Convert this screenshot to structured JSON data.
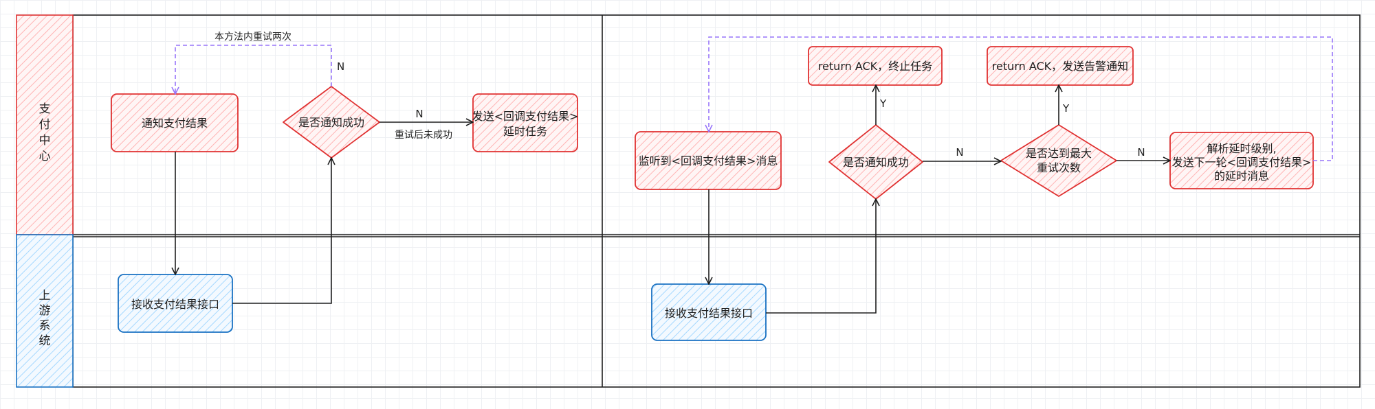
{
  "lanes": [
    {
      "label": [
        "支",
        "付",
        "中",
        "心"
      ],
      "fill": "#ffe3e3",
      "stroke": "#e03131"
    },
    {
      "label": [
        "上",
        "游",
        "系",
        "统"
      ],
      "fill": "#d0ebff",
      "stroke": "#1971c2"
    }
  ],
  "nodes": {
    "notify_result": {
      "lines": [
        "通知支付结果"
      ]
    },
    "notify_ok_left": {
      "lines": [
        "是否通知成功"
      ]
    },
    "send_delay_task": {
      "lines": [
        "发送<回调支付结果>",
        "延时任务"
      ]
    },
    "receive_left": {
      "lines": [
        "接收支付结果接口"
      ]
    },
    "listen_callback": {
      "lines": [
        "监听到<回调支付结果>消息"
      ]
    },
    "notify_ok_right": {
      "lines": [
        "是否通知成功"
      ]
    },
    "ack_stop": {
      "lines": [
        "return ACK，终止任务"
      ]
    },
    "max_retry": {
      "lines": [
        "是否达到最大",
        "重试次数"
      ]
    },
    "ack_alert": {
      "lines": [
        "return ACK，发送告警通知"
      ]
    },
    "parse_delay": {
      "lines": [
        "解析延时级别,",
        "发送下一轮<回调支付结果>",
        "的延时消息"
      ]
    },
    "receive_right": {
      "lines": [
        "接收支付结果接口"
      ]
    }
  },
  "edges": {
    "retry_twice_note": "本方法内重试两次",
    "retry_n": "N",
    "to_delay_n": "N",
    "to_delay_note": "重试后未成功",
    "ack_stop_y": "Y",
    "to_max_n": "N",
    "ack_alert_y": "Y",
    "to_parse_n": "N"
  },
  "colors": {
    "red_fill": "#ffe3e3",
    "red_stroke": "#e03131",
    "blue_fill": "#d0ebff",
    "blue_stroke": "#1971c2",
    "loop_stroke": "#9775fa",
    "line": "#1e1e1e"
  }
}
